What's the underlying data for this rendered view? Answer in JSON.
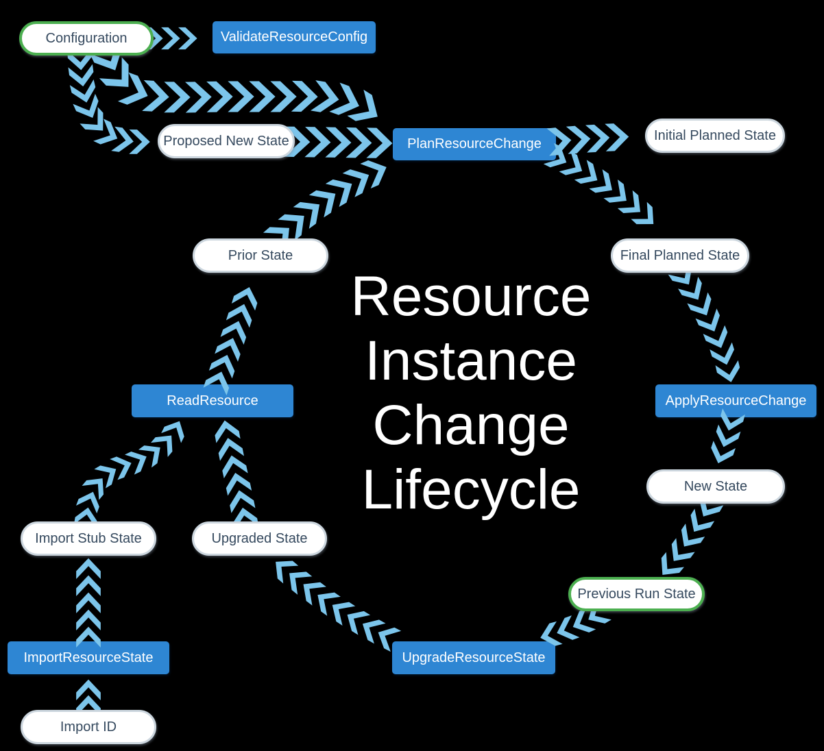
{
  "title": {
    "lines": [
      "Resource",
      "Instance",
      "Change",
      "Lifecycle"
    ]
  },
  "colors": {
    "bg": "#000000",
    "node_fill": "#ffffff",
    "node_border": "#ccd6de",
    "highlight_border": "#4caf50",
    "rpc_fill": "#2e86d3",
    "rpc_text": "#ffffff",
    "node_text": "#35495e",
    "arrow": "#7cc5eb",
    "title_text": "#ffffff"
  },
  "nodes": {
    "configuration": {
      "label": "Configuration",
      "type": "state-highlighted"
    },
    "validate_resource_config": {
      "label": "ValidateResourceConfig",
      "type": "rpc"
    },
    "proposed_new_state": {
      "label": "Proposed New State",
      "type": "state"
    },
    "plan_resource_change": {
      "label": "PlanResourceChange",
      "type": "rpc"
    },
    "initial_planned_state": {
      "label": "Initial Planned State",
      "type": "state"
    },
    "prior_state": {
      "label": "Prior State",
      "type": "state"
    },
    "final_planned_state": {
      "label": "Final Planned State",
      "type": "state"
    },
    "read_resource": {
      "label": "ReadResource",
      "type": "rpc"
    },
    "apply_resource_change": {
      "label": "ApplyResourceChange",
      "type": "rpc"
    },
    "import_stub_state": {
      "label": "Import Stub State",
      "type": "state"
    },
    "upgraded_state": {
      "label": "Upgraded State",
      "type": "state"
    },
    "new_state": {
      "label": "New State",
      "type": "state"
    },
    "previous_run_state": {
      "label": "Previous Run State",
      "type": "state-highlighted"
    },
    "import_resource_state": {
      "label": "ImportResourceState",
      "type": "rpc"
    },
    "upgrade_resource_state": {
      "label": "UpgradeResourceState",
      "type": "rpc"
    },
    "import_id": {
      "label": "Import ID",
      "type": "state"
    }
  },
  "edges": [
    {
      "from": "Configuration",
      "to": "ValidateResourceConfig"
    },
    {
      "from": "Configuration",
      "to": "Proposed New State"
    },
    {
      "from": "Configuration",
      "to": "PlanResourceChange"
    },
    {
      "from": "Proposed New State",
      "to": "PlanResourceChange"
    },
    {
      "from": "Prior State",
      "to": "PlanResourceChange"
    },
    {
      "from": "PlanResourceChange",
      "to": "Initial Planned State"
    },
    {
      "from": "PlanResourceChange",
      "to": "Final Planned State"
    },
    {
      "from": "Final Planned State",
      "to": "ApplyResourceChange"
    },
    {
      "from": "ApplyResourceChange",
      "to": "New State"
    },
    {
      "from": "New State",
      "to": "Previous Run State"
    },
    {
      "from": "Previous Run State",
      "to": "UpgradeResourceState"
    },
    {
      "from": "UpgradeResourceState",
      "to": "Upgraded State"
    },
    {
      "from": "Upgraded State",
      "to": "ReadResource"
    },
    {
      "from": "Import Stub State",
      "to": "ReadResource"
    },
    {
      "from": "ReadResource",
      "to": "Prior State"
    },
    {
      "from": "Import ID",
      "to": "ImportResourceState"
    },
    {
      "from": "ImportResourceState",
      "to": "Import Stub State"
    }
  ]
}
